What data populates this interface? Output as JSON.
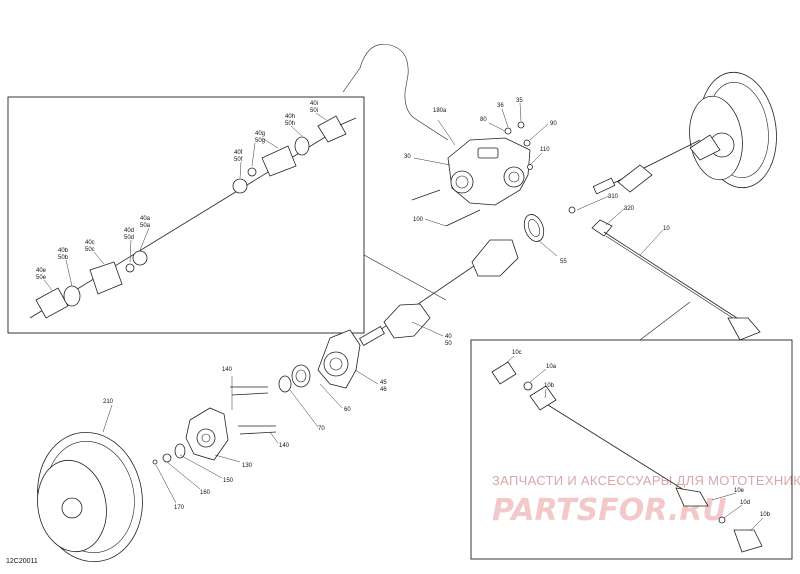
{
  "diagram": {
    "code": "12C20011",
    "watermark": {
      "line1": "ЗАПЧАСТИ И АКСЕССУАРЫ ДЛЯ МОТОТЕХНИКИ",
      "line2": "PARTSFOR.RU"
    },
    "callouts": [
      {
        "id": "c180a",
        "text": "180a"
      },
      {
        "id": "c36",
        "text": "36"
      },
      {
        "id": "c35",
        "text": "35"
      },
      {
        "id": "c80",
        "text": "80"
      },
      {
        "id": "c90",
        "text": "90"
      },
      {
        "id": "c110",
        "text": "110"
      },
      {
        "id": "c30",
        "text": "30"
      },
      {
        "id": "c310",
        "text": "310"
      },
      {
        "id": "c320",
        "text": "320"
      },
      {
        "id": "c10",
        "text": "10"
      },
      {
        "id": "c100",
        "text": "100"
      },
      {
        "id": "c55",
        "text": "55"
      },
      {
        "id": "c40",
        "text": "40"
      },
      {
        "id": "c50",
        "text": "50"
      },
      {
        "id": "c45",
        "text": "45"
      },
      {
        "id": "c46",
        "text": "46"
      },
      {
        "id": "c60",
        "text": "60"
      },
      {
        "id": "c70",
        "text": "70"
      },
      {
        "id": "c140a",
        "text": "140"
      },
      {
        "id": "c140b",
        "text": "140"
      },
      {
        "id": "c130",
        "text": "130"
      },
      {
        "id": "c150",
        "text": "150"
      },
      {
        "id": "c160",
        "text": "160"
      },
      {
        "id": "c170",
        "text": "170"
      },
      {
        "id": "c210",
        "text": "210"
      },
      {
        "id": "c40e",
        "text": "40e"
      },
      {
        "id": "c50e",
        "text": "50e"
      },
      {
        "id": "c40b",
        "text": "40b"
      },
      {
        "id": "c50b",
        "text": "50b"
      },
      {
        "id": "c40c",
        "text": "40c"
      },
      {
        "id": "c50c",
        "text": "50c"
      },
      {
        "id": "c40d",
        "text": "40d"
      },
      {
        "id": "c50d",
        "text": "50d"
      },
      {
        "id": "c40a",
        "text": "40a"
      },
      {
        "id": "c50a",
        "text": "50a"
      },
      {
        "id": "c40f",
        "text": "40f"
      },
      {
        "id": "c50f",
        "text": "50f"
      },
      {
        "id": "c40g",
        "text": "40g"
      },
      {
        "id": "c50g",
        "text": "50g"
      },
      {
        "id": "c40h",
        "text": "40h"
      },
      {
        "id": "c50h",
        "text": "50h"
      },
      {
        "id": "c40i",
        "text": "40i"
      },
      {
        "id": "c50i",
        "text": "50i"
      },
      {
        "id": "c10c",
        "text": "10c"
      },
      {
        "id": "c10a",
        "text": "10a"
      },
      {
        "id": "c10b",
        "text": "10b"
      },
      {
        "id": "c10e",
        "text": "10e"
      },
      {
        "id": "c10d",
        "text": "10d"
      }
    ]
  }
}
